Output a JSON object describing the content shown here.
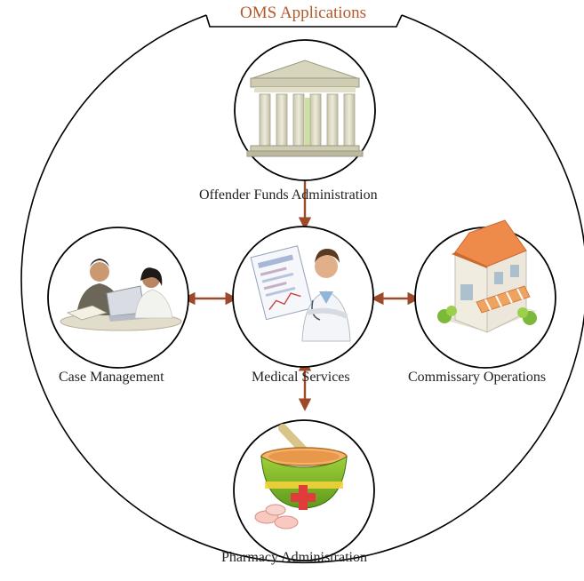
{
  "title": "OMS Applications",
  "nodes": {
    "offender_funds": {
      "label": "Offender Funds Administration",
      "icon": "bank-building-icon"
    },
    "case_management": {
      "label": "Case Management",
      "icon": "people-at-computer-icon"
    },
    "medical_services": {
      "label": "Medical Services",
      "icon": "doctor-with-chart-icon"
    },
    "commissary": {
      "label": "Commissary Operations",
      "icon": "storefront-icon"
    },
    "pharmacy": {
      "label": "Pharmacy Administration",
      "icon": "mortar-and-pestle-icon"
    }
  },
  "colors": {
    "arrow": "#9c4a2a",
    "title": "#b25a2c",
    "outline": "#000000"
  }
}
